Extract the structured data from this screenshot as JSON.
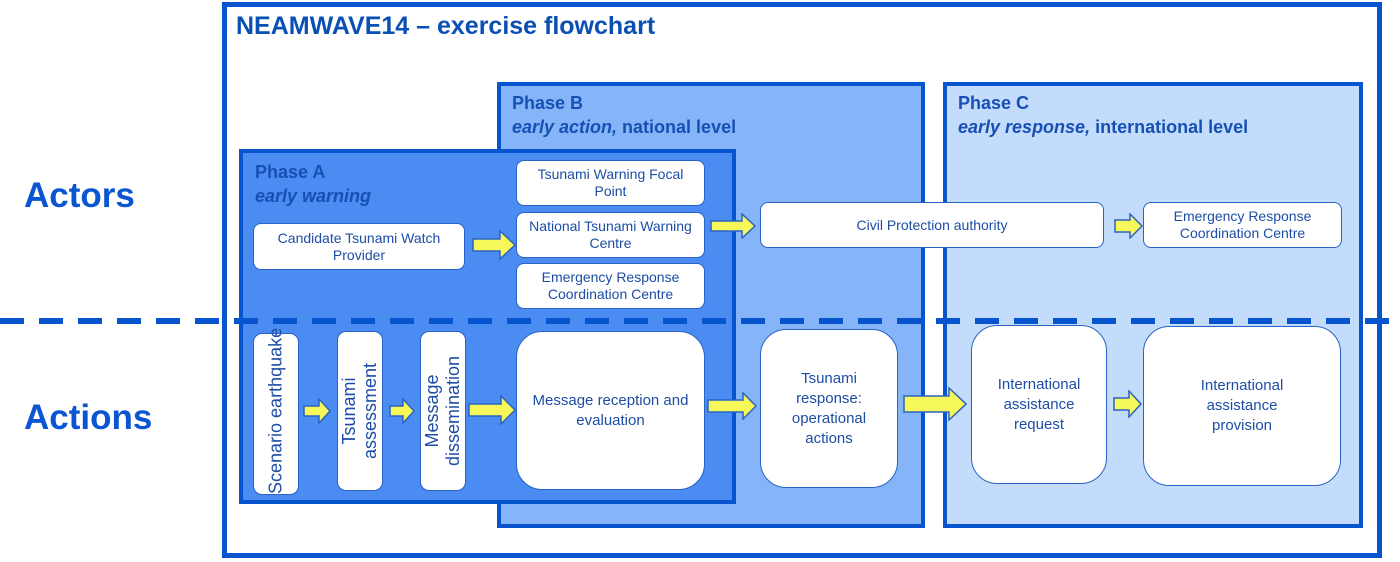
{
  "title": "NEAMWAVE14 – exercise flowchart",
  "row_labels": {
    "actors": "Actors",
    "actions": "Actions"
  },
  "colors": {
    "border": "#0655cf",
    "phase_a_fill": "#4a8cf2",
    "phase_b_fill": "#86b4f8",
    "phase_c_fill": "#c4dcfb",
    "arrow_fill": "#f6f85a",
    "text": "#1d4da6"
  },
  "phases": {
    "a": {
      "title": "Phase A",
      "subtitle_italic": "early warning",
      "subtitle_rest": ""
    },
    "b": {
      "title": "Phase B",
      "subtitle_italic": "early action,",
      "subtitle_rest": " national level"
    },
    "c": {
      "title": "Phase C",
      "subtitle_italic": "early response,",
      "subtitle_rest": " international level"
    }
  },
  "actors": {
    "candidate_provider": "Candidate Tsunami Watch Provider",
    "focal_point": "Tsunami Warning Focal Point",
    "national_centre": "National Tsunami Warning Centre",
    "ercc_national": "Emergency Response Coordination Centre",
    "civil_protection": "Civil Protection authority",
    "ercc_international": "Emergency Response Coordination Centre"
  },
  "actions": {
    "scenario": "Scenario earthquake",
    "assessment": "Tsunami assessment",
    "dissemination": "Message dissemination",
    "reception": "Message reception and evaluation",
    "response": "Tsunami response: operational actions",
    "request": "International assistance request",
    "provision": "International assistance provision"
  }
}
